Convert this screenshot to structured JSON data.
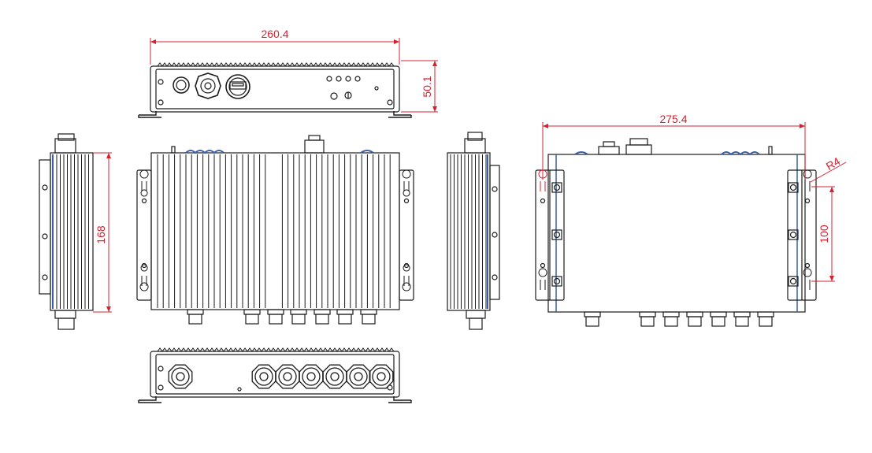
{
  "colors": {
    "line": "#1a1a1a",
    "dimension": "#d6202f",
    "accent": "#3b5fa8",
    "background": "#ffffff"
  },
  "dimensions": {
    "top_width": "260.4",
    "top_height": "50.1",
    "side_height": "168",
    "bottom_width": "275.4",
    "radius": "R4",
    "hole_spacing": "100"
  }
}
